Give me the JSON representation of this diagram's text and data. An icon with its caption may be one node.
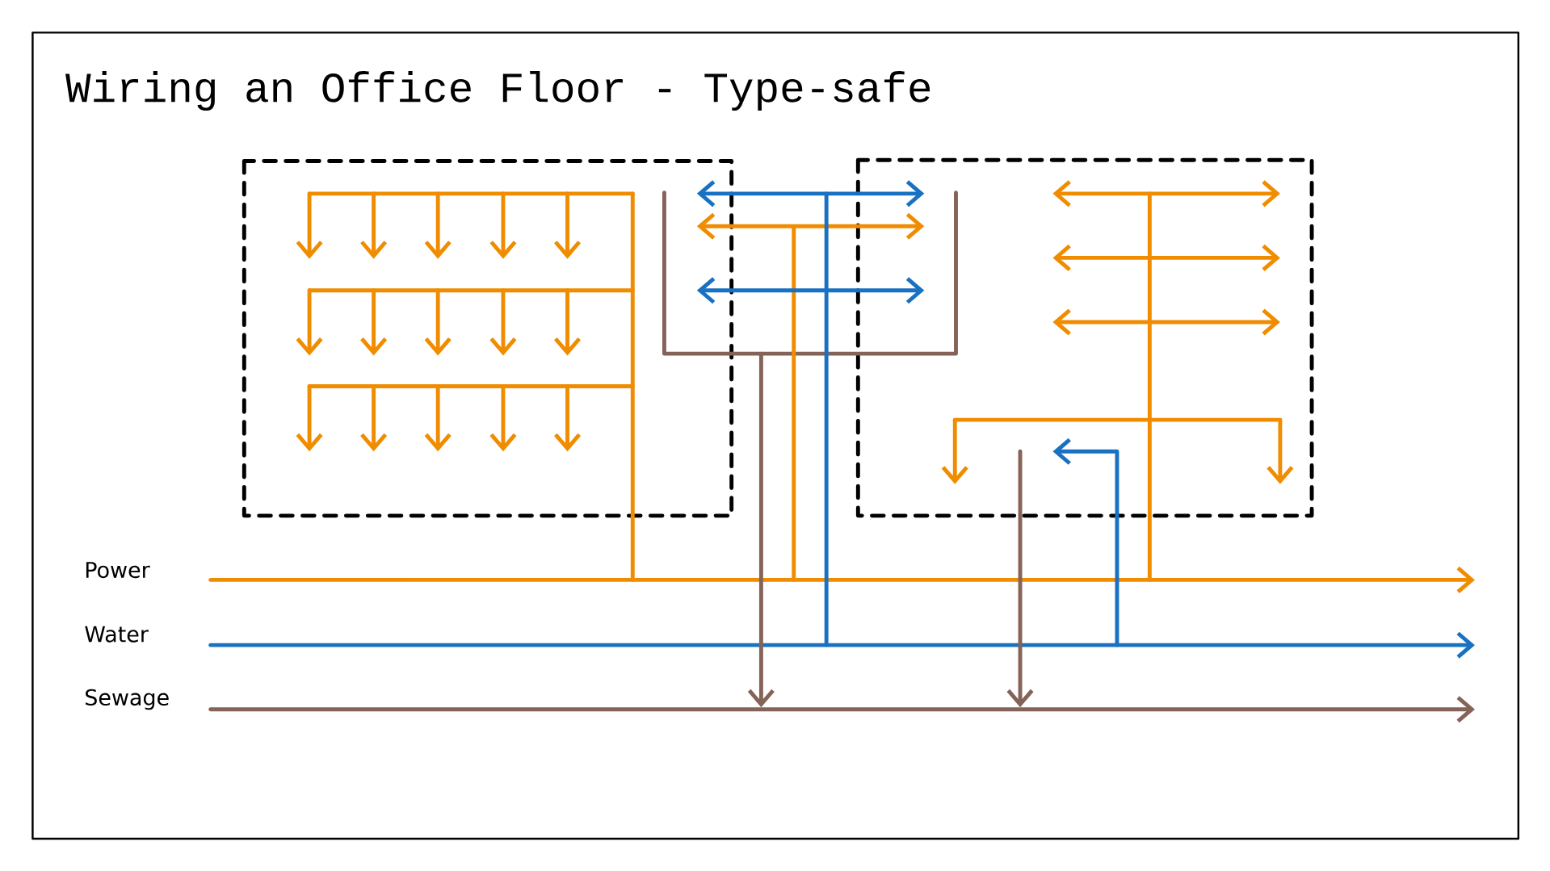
{
  "diagram": {
    "title": "Wiring an Office Floor - Type-safe",
    "labels": [
      "Power",
      "Water",
      "Sewage"
    ]
  }
}
